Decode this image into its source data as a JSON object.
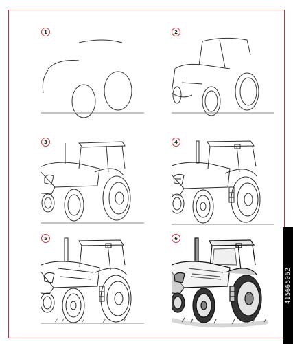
{
  "steps": [
    {
      "number": "1"
    },
    {
      "number": "2"
    },
    {
      "number": "3"
    },
    {
      "number": "4"
    },
    {
      "number": "5"
    },
    {
      "number": "6"
    }
  ],
  "stock_id": "415665062",
  "colors": {
    "frame": "#c8323c",
    "badge": "#d3343f",
    "line": "#2a2a2a"
  }
}
